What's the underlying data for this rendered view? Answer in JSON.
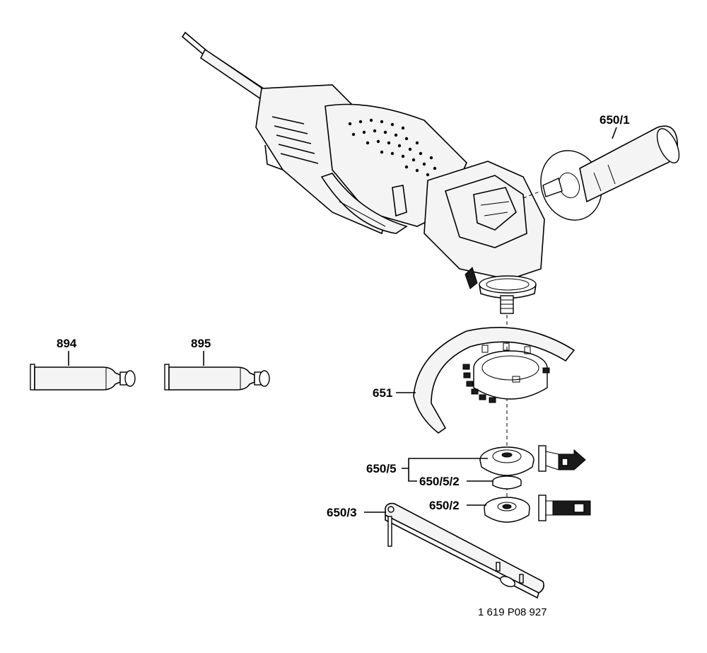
{
  "labels": {
    "side_handle": "650/1",
    "grease_894": "894",
    "grease_895": "895",
    "guard": "651",
    "flange_assembly": "650/5",
    "flange_ring": "650/5/2",
    "clamping_nut": "650/2",
    "spanner": "650/3"
  },
  "document_number": "1 619 P08 927"
}
